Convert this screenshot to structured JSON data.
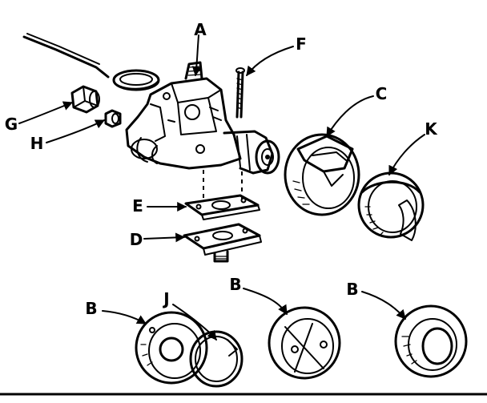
{
  "labels": {
    "a": "A",
    "b1": "B",
    "b2": "B",
    "b3": "B",
    "c": "C",
    "d": "D",
    "e": "E",
    "f": "F",
    "g": "G",
    "h": "H",
    "j": "J",
    "k": "K"
  }
}
